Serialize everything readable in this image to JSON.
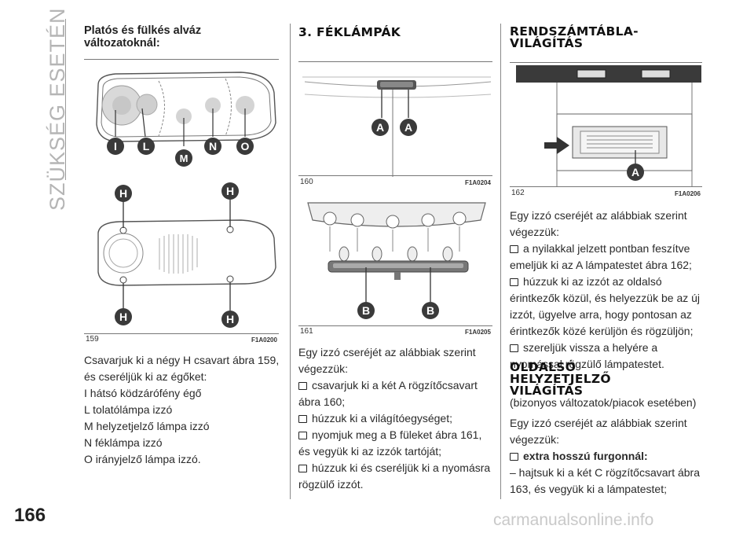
{
  "side_title": "SZÜKSÉG ESETÉN",
  "page_number": "166",
  "watermark": "carmanualsonline.info",
  "col1": {
    "heading": "Platós és fülkés alváz változatoknál:",
    "heading_line1": "Platós és fülkés alváz",
    "heading_line2": "változatoknál:",
    "figure": {
      "number": "159",
      "code": "F1A0200",
      "labels": {
        "I": "I",
        "L": "L",
        "M": "M",
        "N": "N",
        "O": "O",
        "H": "H"
      }
    },
    "text_lines": [
      "Csavarjuk ki a négy H csavart ábra 159,",
      "és cseréljük ki az égőket:",
      "I hátsó ködzárófény égő",
      "L tolatólámpa izzó",
      "M helyzetjelző lámpa izzó",
      "N féklámpa izzó",
      "O irányjelző lámpa izzó."
    ]
  },
  "col2": {
    "heading": "3. FÉKLÁMPÁK",
    "figure1": {
      "number": "160",
      "code": "F1A0204",
      "label_a": "A"
    },
    "figure2": {
      "number": "161",
      "code": "F1A0205",
      "label_b": "B"
    },
    "intro_lines": [
      "Egy izzó cseréjét az alábbiak szerint",
      "végezzük:"
    ],
    "bullets": [
      {
        "lines": [
          "csavarjuk ki a két A rögzítőcsavart",
          "ábra 160;"
        ]
      },
      {
        "lines": [
          "húzzuk ki a világítóegységet;"
        ]
      },
      {
        "lines": [
          "nyomjuk meg a B füleket ábra 161,",
          "és vegyük ki az izzók tartóját;"
        ]
      },
      {
        "lines": [
          "húzzuk ki és cseréljük ki a nyomásra",
          "rögzülő izzót."
        ]
      }
    ]
  },
  "col3": {
    "heading_line1": "RENDSZÁMTÁBLA-",
    "heading_line2": "VILÁGÍTÁS",
    "figure": {
      "number": "162",
      "code": "F1A0206",
      "label_a": "A"
    },
    "intro_lines": [
      "Egy izzó cseréjét az alábbiak szerint",
      "végezzük:"
    ],
    "bullets": [
      {
        "lines": [
          "a nyilakkal jelzett pontban feszítve",
          "emeljük ki az A lámpatestet ábra 162;"
        ]
      },
      {
        "lines": [
          "húzzuk ki az izzót az oldalsó",
          "érintkezők közül, és helyezzük be az új",
          "izzót, ügyelve arra, hogy pontosan az",
          "érintkezők közé kerüljön és rögzüljön;"
        ]
      },
      {
        "lines": [
          "szereljük vissza a helyére a",
          "nyomással rögzülő lámpatestet."
        ]
      }
    ],
    "heading2_line1": "OLDALSÓ",
    "heading2_line2": "HELYZETJELZŐ",
    "heading2_line3": "VILÁGÍTÁS",
    "subtitle": "(bizonyos változatok/piacok esetében)",
    "intro2_lines": [
      "Egy izzó cseréjét az alábbiak szerint",
      "végezzük:"
    ],
    "bold_bullet": "extra hosszú furgonnál:",
    "tail_lines": [
      "– hajtsuk ki a két C rögzítőcsavart ábra",
      "163, és vegyük ki a lámpatestet;"
    ]
  }
}
